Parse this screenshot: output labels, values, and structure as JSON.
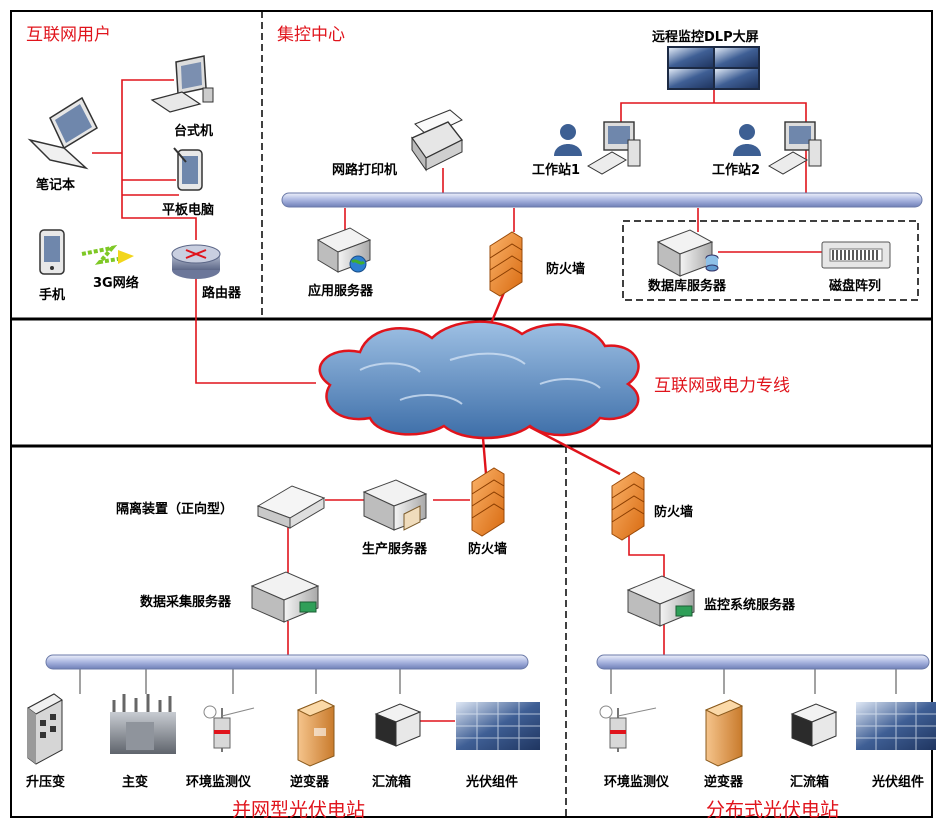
{
  "sections": {
    "internet_users": "互联网用户",
    "control_center": "集控中心",
    "network": "互联网或电力专线",
    "grid_station": "并网型光伏电站",
    "distributed_station": "分布式光伏电站"
  },
  "nodes": {
    "desktop": "台式机",
    "laptop": "笔记本",
    "tablet": "平板电脑",
    "phone": "手机",
    "net3g": "3G网络",
    "router": "路由器",
    "dlp": "远程监控DLP大屏",
    "printer": "网路打印机",
    "ws1": "工作站1",
    "ws2": "工作站2",
    "app_server": "应用服务器",
    "firewall_top": "防火墙",
    "db_server": "数据库服务器",
    "disk_array": "磁盘阵列",
    "isolation": "隔离装置（正向型）",
    "prod_server": "生产服务器",
    "firewall_left": "防火墙",
    "collect_server": "数据采集服务器",
    "firewall_right": "防火墙",
    "monitor_server": "监控系统服务器"
  },
  "left_devices": [
    "升压变",
    "主变",
    "环境监测仪",
    "逆变器",
    "汇流箱",
    "光伏组件"
  ],
  "right_devices": [
    "环境监测仪",
    "逆变器",
    "汇流箱",
    "光伏组件"
  ],
  "colors": {
    "link": "#e0141c",
    "accent": "#e0141c",
    "bus": "#c9d3ee"
  }
}
